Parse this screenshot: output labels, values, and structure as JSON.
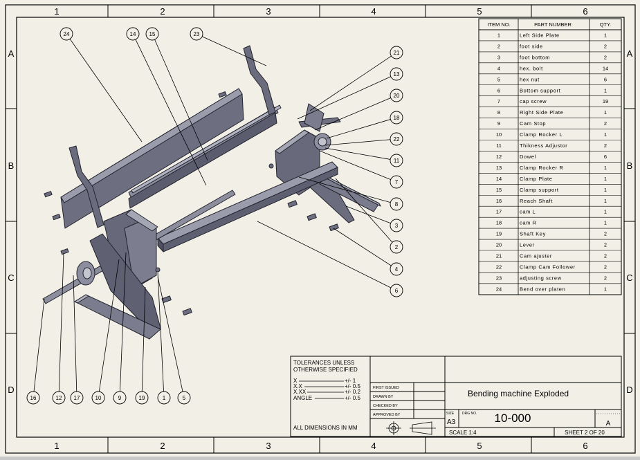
{
  "zones": {
    "columns": [
      "1",
      "2",
      "3",
      "4",
      "5",
      "6"
    ],
    "rows": [
      "A",
      "B",
      "C",
      "D"
    ]
  },
  "bom": {
    "headers": {
      "item": "ITEM NO.",
      "part": "PART NUMBER",
      "qty": "QTY."
    },
    "rows": [
      {
        "item": "1",
        "part": "Left Side Plate",
        "qty": "1"
      },
      {
        "item": "2",
        "part": "foot side",
        "qty": "2"
      },
      {
        "item": "3",
        "part": "foot bottom",
        "qty": "2"
      },
      {
        "item": "4",
        "part": "hex. bolt",
        "qty": "14"
      },
      {
        "item": "5",
        "part": "hex nut",
        "qty": "6"
      },
      {
        "item": "6",
        "part": "Bottom support",
        "qty": "1"
      },
      {
        "item": "7",
        "part": "cap screw",
        "qty": "19"
      },
      {
        "item": "8",
        "part": "Right Side Plate",
        "qty": "1"
      },
      {
        "item": "9",
        "part": "Cam Stop",
        "qty": "2"
      },
      {
        "item": "10",
        "part": "Clamp Rocker L",
        "qty": "1"
      },
      {
        "item": "11",
        "part": "Thikness Adjustor",
        "qty": "2"
      },
      {
        "item": "12",
        "part": "Dowel",
        "qty": "6"
      },
      {
        "item": "13",
        "part": "Clamp Rocker R",
        "qty": "1"
      },
      {
        "item": "14",
        "part": "Clamp Plate",
        "qty": "1"
      },
      {
        "item": "15",
        "part": "Clamp support",
        "qty": "1"
      },
      {
        "item": "16",
        "part": "Reach Shaft",
        "qty": "1"
      },
      {
        "item": "17",
        "part": "cam L",
        "qty": "1"
      },
      {
        "item": "18",
        "part": "cam R",
        "qty": "1"
      },
      {
        "item": "19",
        "part": "Shaft Key",
        "qty": "2"
      },
      {
        "item": "20",
        "part": "Lever",
        "qty": "2"
      },
      {
        "item": "21",
        "part": "Cam ajuster",
        "qty": "2"
      },
      {
        "item": "22",
        "part": "Clamp Cam Follower",
        "qty": "2"
      },
      {
        "item": "23",
        "part": "adjusting screw",
        "qty": "2"
      },
      {
        "item": "24",
        "part": "Bend over platen",
        "qty": "1"
      }
    ]
  },
  "balloons": {
    "top": [
      "24",
      "14",
      "15",
      "23"
    ],
    "right": [
      "21",
      "13",
      "20",
      "18",
      "22",
      "11",
      "7",
      "8",
      "3",
      "2",
      "4",
      "6"
    ],
    "bottom": [
      "16",
      "12",
      "17",
      "10",
      "9",
      "19",
      "1",
      "5"
    ]
  },
  "title_block": {
    "tolerances_line1": "TOLERANCES UNLESS",
    "tolerances_line2": "OTHERWISE SPECIFIED",
    "tolerances": [
      {
        "label": "X",
        "value": "+/- 1"
      },
      {
        "label": "X.X",
        "value": "+/- 0.5"
      },
      {
        "label": "X.XX",
        "value": "+/- 0.2"
      },
      {
        "label": "ANGLE",
        "value": "+/- 0.5"
      }
    ],
    "dimensions_note": "ALL DIMENSIONS IN MM",
    "first_issued": "FIRST ISSUED",
    "drawn_by": "DRAWN BY",
    "checked_by": "CHECKED BY",
    "approved_by": "APPROVED BY",
    "title": "Bending machine Exploded",
    "size_label": "SIZE",
    "size": "A3",
    "dwg_label": "DRG NO.",
    "dwg_no": "10-000",
    "revision": "A",
    "scale": "SCALE 1:4",
    "sheet": "SHEET 2 OF 20"
  },
  "colors": {
    "paper": "#f1efe6",
    "frame": "#000000",
    "part_dark": "#5e5f70",
    "part_mid": "#7c7d8e",
    "part_light": "#a9aab8",
    "part_edge": "#2a2a35"
  }
}
